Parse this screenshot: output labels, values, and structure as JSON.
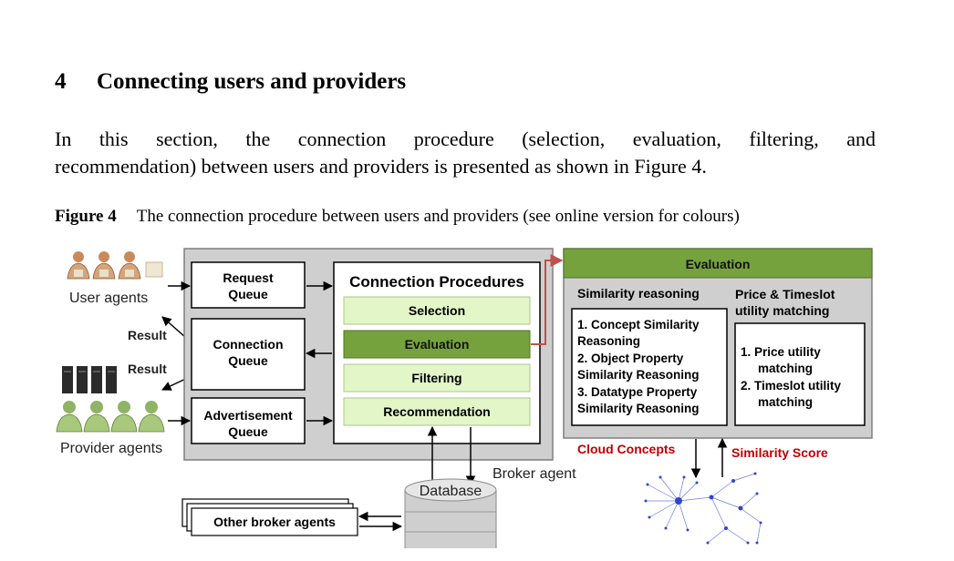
{
  "section": {
    "number": "4",
    "title": "Connecting users and providers"
  },
  "paragraph": {
    "line1": "In this section, the connection procedure (selection, evaluation, filtering, and",
    "line2": "recommendation) between users and providers is presented as shown in Figure 4."
  },
  "caption": {
    "label": "Figure 4",
    "text": "The connection procedure between users and providers (see online version for colours)"
  },
  "diagram": {
    "user_agents": "User agents",
    "provider_agents": "Provider agents",
    "result_1": "Result",
    "result_2": "Result",
    "queues": {
      "request": [
        "Request",
        "Queue"
      ],
      "connection": [
        "Connection",
        "Queue"
      ],
      "advertisement": [
        "Advertisement",
        "Queue"
      ]
    },
    "procedures": {
      "title": "Connection Procedures",
      "items": [
        "Selection",
        "Evaluation",
        "Filtering",
        "Recommendation"
      ]
    },
    "broker_agent": "Broker agent",
    "database": "Database",
    "other_brokers": "Other broker agents",
    "evaluation": {
      "title": "Evaluation",
      "similarity_heading": "Similarity reasoning",
      "price_heading": [
        "Price & Timeslot",
        "utility matching"
      ],
      "similarity_lines": [
        "1. Concept Similarity",
        "Reasoning",
        "2. Object Property",
        "Similarity Reasoning",
        "3. Datatype Property",
        "Similarity Reasoning"
      ],
      "utility_lines": [
        "1.  Price utility",
        "matching",
        "2.  Timeslot utility",
        "matching"
      ]
    },
    "cloud_concepts": "Cloud Concepts",
    "similarity_score": "Similarity Score",
    "colors": {
      "evaluation_green": "#76a23e",
      "light_green": "#e3f6c8",
      "panel_gray": "#cfcfcf",
      "red_label": "#c00000",
      "arrow_red": "#c0504d"
    }
  }
}
